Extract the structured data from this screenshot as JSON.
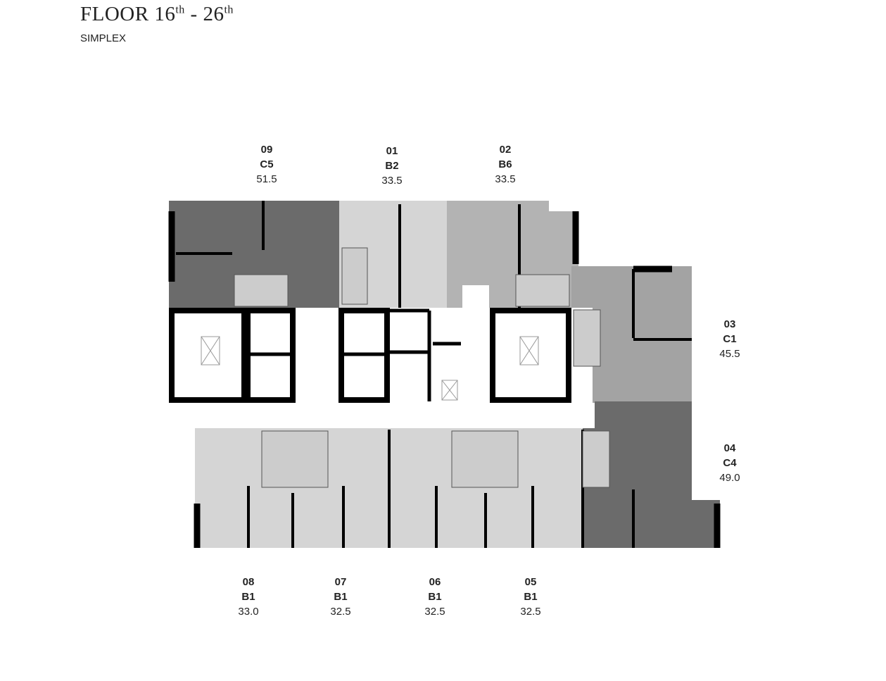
{
  "header": {
    "title": "FLOOR 16",
    "sup1": "th",
    "dash": " - 26",
    "sup2": "th",
    "subtitle": "SIMPLEX"
  },
  "units": [
    {
      "no": "09",
      "type": "C5",
      "area": "51.5",
      "shade": "#6b6b6b"
    },
    {
      "no": "01",
      "type": "B2",
      "area": "33.5",
      "shade": "#d5d5d5"
    },
    {
      "no": "02",
      "type": "B6",
      "area": "33.5",
      "shade": "#b3b3b3"
    },
    {
      "no": "03",
      "type": "C1",
      "area": "45.5",
      "shade": "#a3a3a3"
    },
    {
      "no": "04",
      "type": "C4",
      "area": "49.0",
      "shade": "#6b6b6b"
    },
    {
      "no": "05",
      "type": "B1",
      "area": "32.5",
      "shade": "#d5d5d5"
    },
    {
      "no": "06",
      "type": "B1",
      "area": "32.5",
      "shade": "#d5d5d5"
    },
    {
      "no": "07",
      "type": "B1",
      "area": "32.5",
      "shade": "#d5d5d5"
    },
    {
      "no": "08",
      "type": "B1",
      "area": "33.0",
      "shade": "#d5d5d5"
    }
  ]
}
